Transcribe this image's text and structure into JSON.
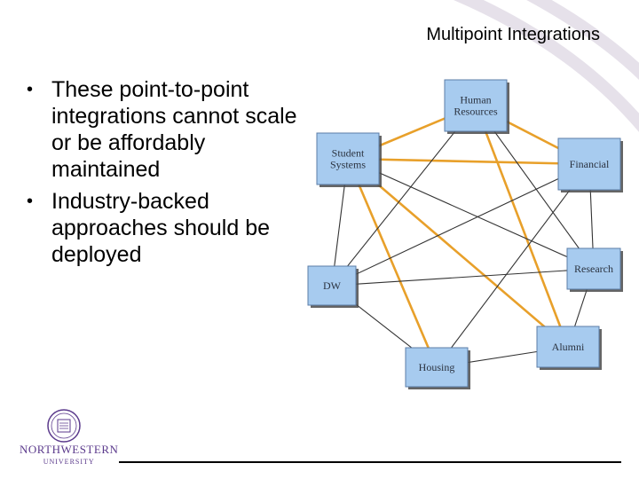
{
  "slide": {
    "title": "Multipoint Integrations",
    "bullets": [
      "These point-to-point integrations cannot scale or be affordably maintained",
      "Industry-backed approaches should be deployed"
    ],
    "bullet_symbol": "•"
  },
  "diagram": {
    "nodes": [
      {
        "id": "hr",
        "lines": [
          "Human",
          "Resources"
        ]
      },
      {
        "id": "student",
        "lines": [
          "Student",
          "Systems"
        ]
      },
      {
        "id": "financial",
        "lines": [
          "Financial"
        ]
      },
      {
        "id": "research",
        "lines": [
          "Research"
        ]
      },
      {
        "id": "dw",
        "lines": [
          "DW"
        ]
      },
      {
        "id": "alumni",
        "lines": [
          "Alumni"
        ]
      },
      {
        "id": "housing",
        "lines": [
          "Housing"
        ]
      }
    ],
    "edges": [
      {
        "from": "hr",
        "to": "student",
        "highlight": true
      },
      {
        "from": "hr",
        "to": "financial",
        "highlight": true
      },
      {
        "from": "student",
        "to": "financial",
        "highlight": true
      },
      {
        "from": "student",
        "to": "alumni",
        "highlight": true
      },
      {
        "from": "student",
        "to": "housing",
        "highlight": true
      },
      {
        "from": "hr",
        "to": "alumni",
        "highlight": true
      },
      {
        "from": "hr",
        "to": "dw",
        "highlight": false
      },
      {
        "from": "hr",
        "to": "research",
        "highlight": false
      },
      {
        "from": "student",
        "to": "dw",
        "highlight": false
      },
      {
        "from": "student",
        "to": "research",
        "highlight": false
      },
      {
        "from": "financial",
        "to": "research",
        "highlight": false
      },
      {
        "from": "financial",
        "to": "dw",
        "highlight": false
      },
      {
        "from": "financial",
        "to": "housing",
        "highlight": false
      },
      {
        "from": "research",
        "to": "alumni",
        "highlight": false
      },
      {
        "from": "dw",
        "to": "research",
        "highlight": false
      },
      {
        "from": "dw",
        "to": "housing",
        "highlight": false
      },
      {
        "from": "alumni",
        "to": "housing",
        "highlight": false
      }
    ],
    "colors": {
      "highlight": "#e8a02a",
      "normal": "#333333"
    }
  },
  "branding": {
    "logo_icon": "university-seal-icon",
    "name": "NORTHWESTERN",
    "sub": "UNIVERSITY",
    "color": "#5b3a8c"
  }
}
